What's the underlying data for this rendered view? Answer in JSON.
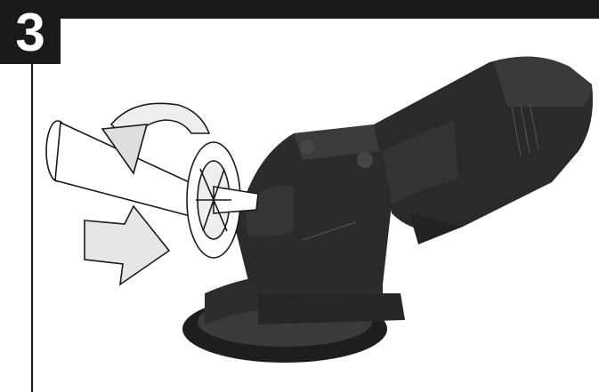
{
  "step": {
    "number": "3"
  },
  "colors": {
    "bar": "#1a1a1a",
    "tool_body": "#2a2a2a",
    "handle": "#ffffff",
    "arrow_fill": "#e6e6e6"
  },
  "icons": {
    "rotate_arrow": "curved-rotate-arrow",
    "push_arrow": "right-arrow"
  }
}
